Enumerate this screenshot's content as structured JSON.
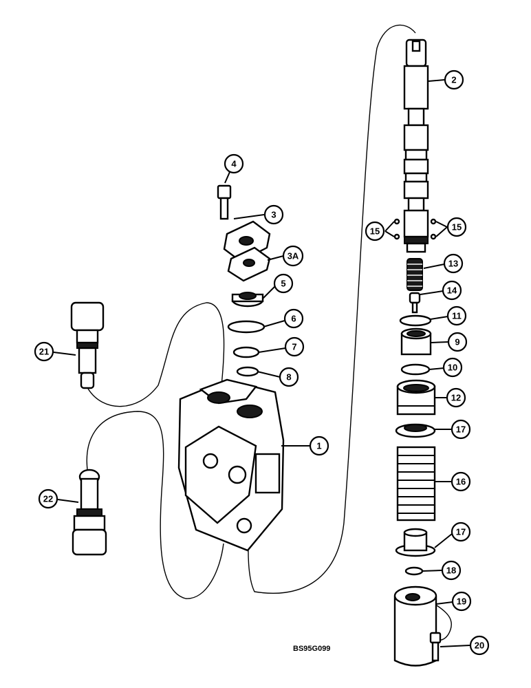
{
  "drawing_code": "BS95G099",
  "callouts": [
    {
      "id": "c1",
      "label": "1"
    },
    {
      "id": "c2",
      "label": "2"
    },
    {
      "id": "c3",
      "label": "3"
    },
    {
      "id": "c3a",
      "label": "3A"
    },
    {
      "id": "c4",
      "label": "4"
    },
    {
      "id": "c5",
      "label": "5"
    },
    {
      "id": "c6",
      "label": "6"
    },
    {
      "id": "c7",
      "label": "7"
    },
    {
      "id": "c8",
      "label": "8"
    },
    {
      "id": "c9",
      "label": "9"
    },
    {
      "id": "c10",
      "label": "10"
    },
    {
      "id": "c11",
      "label": "11"
    },
    {
      "id": "c12",
      "label": "12"
    },
    {
      "id": "c13",
      "label": "13"
    },
    {
      "id": "c14",
      "label": "14"
    },
    {
      "id": "c15a",
      "label": "15"
    },
    {
      "id": "c15b",
      "label": "15"
    },
    {
      "id": "c16",
      "label": "16"
    },
    {
      "id": "c17a",
      "label": "17"
    },
    {
      "id": "c17b",
      "label": "17"
    },
    {
      "id": "c18",
      "label": "18"
    },
    {
      "id": "c19",
      "label": "19"
    },
    {
      "id": "c20",
      "label": "20"
    },
    {
      "id": "c21",
      "label": "21"
    },
    {
      "id": "c22",
      "label": "22"
    }
  ]
}
